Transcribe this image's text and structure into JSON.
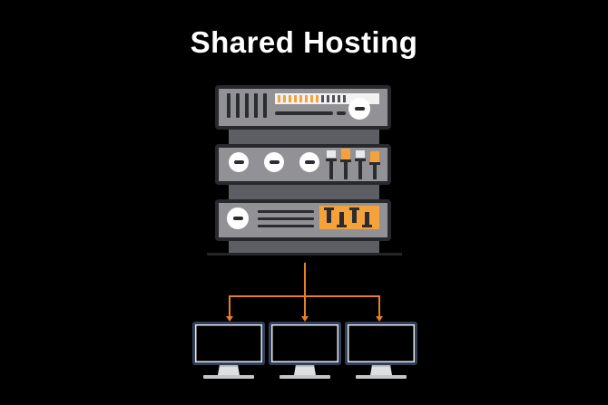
{
  "title": "Shared Hosting",
  "colors": {
    "background": "#000000",
    "title_text": "#ffffff",
    "unit_body": "#929296",
    "unit_border": "#28292d",
    "connector_gray": "#5d5e63",
    "detail_dark": "#2b2c30",
    "knob_white": "#ffffff",
    "meter_strip": "#f2f2f3",
    "meter_tick_gray": "#515157",
    "accent_orange": "#f5a23b",
    "slider_light": "#e8e9ea",
    "arrow_orange": "#e87e28",
    "monitor_frame": "#314058",
    "monitor_bezel": "#e6e8ea",
    "monitor_screen": "#000000",
    "stand_light": "#dedfe1",
    "stand_shadow": "#bcbec1",
    "stand_base": "#c4c6c9",
    "ground_line": "#26262a"
  },
  "server": {
    "top_unit": {
      "vent_count": 5,
      "meter_orange_ticks": 8,
      "meter_gray_ticks": 5,
      "knob_count": 1
    },
    "middle_unit": {
      "knob_count": 3,
      "sliders": [
        "light",
        "orange",
        "light",
        "orange"
      ]
    },
    "bottom_unit": {
      "knob_count": 1,
      "line_count": 3,
      "port_pin_count": 4
    }
  },
  "network": {
    "arrow_count": 3
  },
  "clients": {
    "monitor_count": 3
  }
}
